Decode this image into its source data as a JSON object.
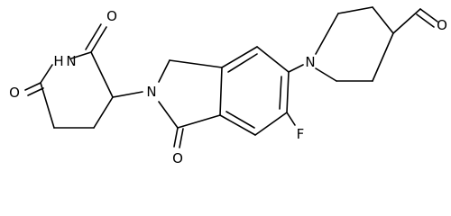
{
  "structure": {
    "atoms": {
      "o_top": "O",
      "nh": "N",
      "h_of_nh": "H",
      "o_left": "O",
      "n_isoindolinone": "N",
      "o_lactam": "O",
      "fluorine": "F",
      "n_piperidine": "N",
      "o_aldehyde": "O"
    }
  }
}
